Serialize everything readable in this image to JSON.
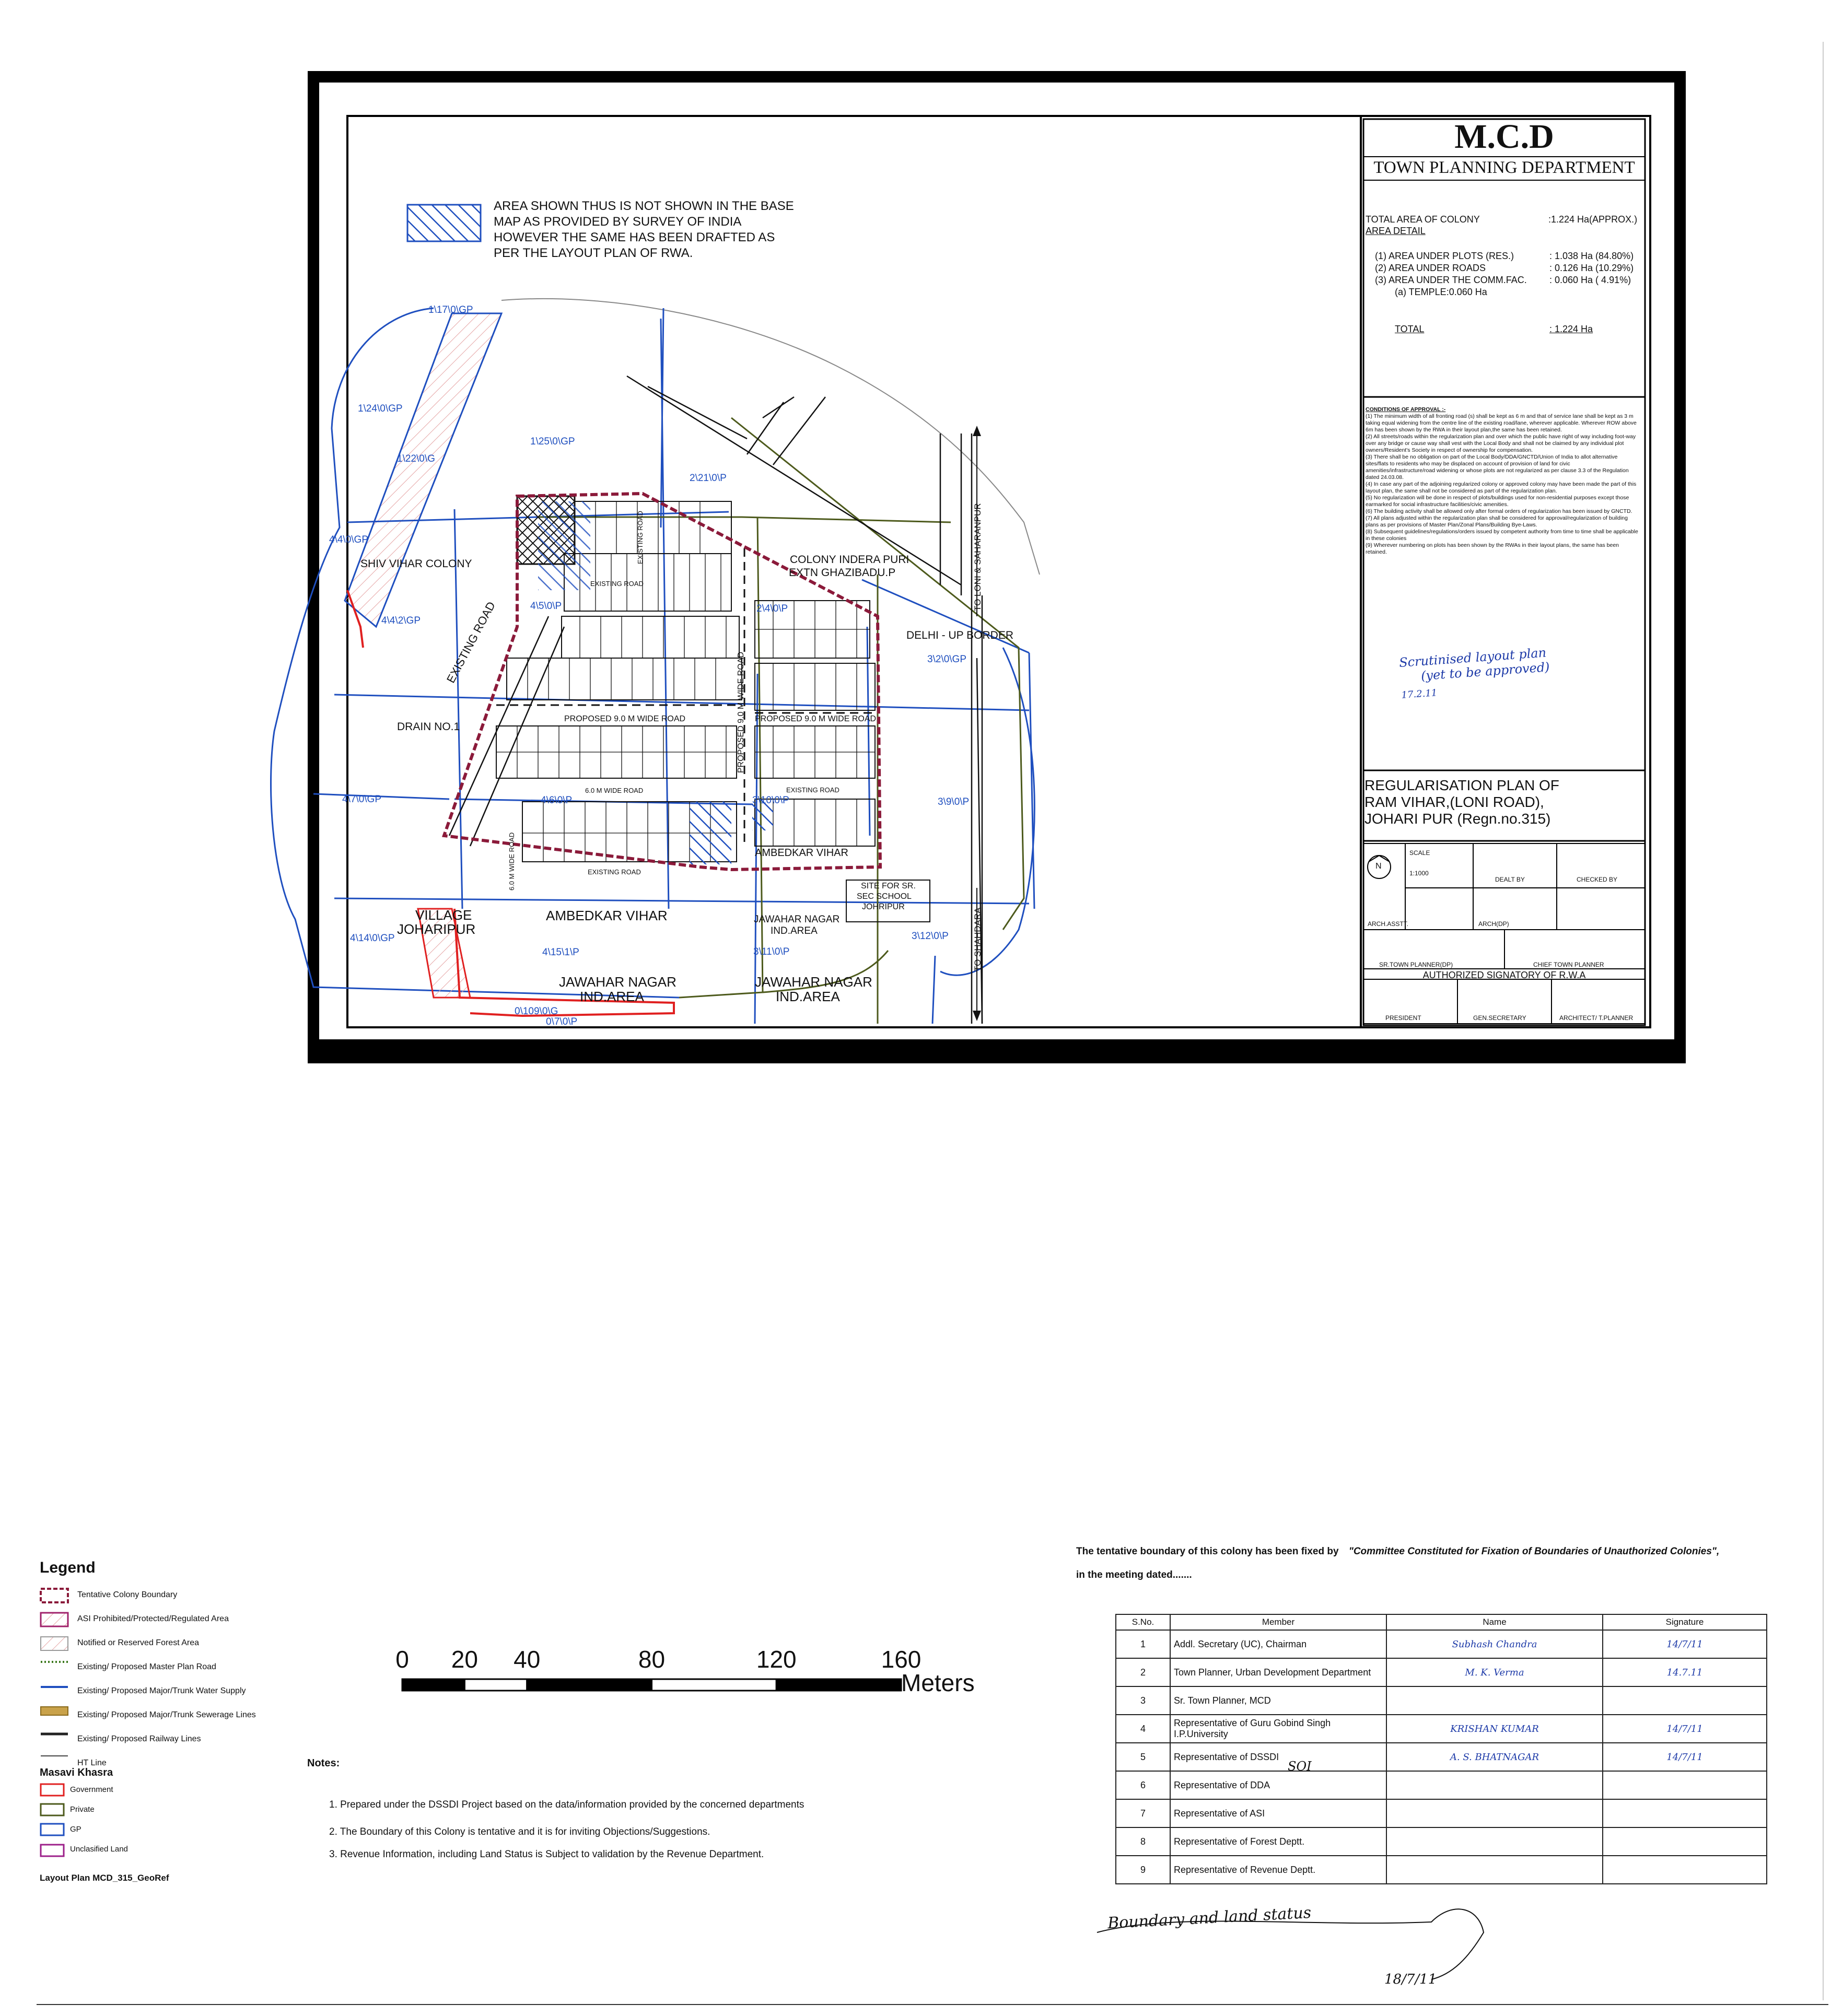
{
  "title_block": {
    "org": "M.C.D",
    "dept": "TOWN PLANNING DEPARTMENT",
    "area_lines": [
      {
        "label": "TOTAL AREA OF COLONY",
        "value": ":1.224 Ha(APPROX.)"
      },
      {
        "label": "AREA DETAIL",
        "value": ""
      },
      {
        "label": "(1) AREA UNDER PLOTS (RES.)",
        "value": ": 1.038 Ha (84.80%)"
      },
      {
        "label": "(2) AREA UNDER ROADS",
        "value": ": 0.126 Ha (10.29%)"
      },
      {
        "label": "(3) AREA UNDER THE COMM.FAC.",
        "value": ": 0.060 Ha ( 4.91%)"
      },
      {
        "label": "(a) TEMPLE:0.060 Ha",
        "value": ""
      }
    ],
    "total_label": "TOTAL",
    "total_value": ": 1.224 Ha",
    "conditions_heading": "CONDITIONS OF APPROVAL :-",
    "conditions": [
      "(1) The minimum width of all fronting road (s) shall be kept as 6 m and that of service lane shall be kept as 3 m taking equal widening from the centre line of the existing road/lane, wherever applicable. Wherever ROW above 6m has been shown by the RWA in their layout plan,the same has been retained.",
      "(2) All streets/roads within the regularization plan and over which the public have right of way including foot-way over any bridge or cause way shall vest with the Local Body and shall not be claimed by any individual plot owners/Resident's Society in respect of ownership for compensation.",
      "(3) There shall be no obligation on part of the Local Body/DDA/GNCTD/Union of India to allot alternative sites/flats to residents who may be displaced on account of provision of land for civic amenities/infrastructure/road widening or whose plots are not regularized as per clause 3.3 of the Regulation dated 24.03.08.",
      "(4) In case any part of the adjoining regularized colony or approved colony may have been made the part of this layout plan, the same shall not be considered as part of the regularization plan.",
      "(5) No regularization will be done in respect of plots/buildings used for non-residential purposes except those earmarked for social infrastructure facilities/civic amenities.",
      "(6) The building activity shall be allowed only after formal orders of regularization has been issued by GNCTD.",
      "(7) All plans adjusted within the regularization plan shall be considered for approval/regularization of building plans as per provisions of Master Plan/Zonal Plans/Building Bye-Laws.",
      "(8) Subsequent guidelines/regulations/orders issued by competent authority from time to time shall be applicable in these colonies",
      "(9) Wherever numbering on plots has been shown by the RWAs in their layout plans, the same has been retained."
    ],
    "handwritten_note_1": "Scrutinised layout plan",
    "handwritten_note_2": "(yet to be approved)",
    "handwritten_date": "17.2.11",
    "plan_title": [
      "REGULARISATION PLAN OF",
      "RAM VIHAR,(LONI ROAD),",
      "JOHARI PUR (Regn.no.315)"
    ],
    "scale_label": "SCALE",
    "scale_value": "1:1000",
    "north_symbol": "N",
    "dealt_by": "DEALT BY",
    "checked_by": "CHECKED BY",
    "arch_asstt": "ARCH.ASSTT.",
    "arch_dp": "ARCH(DP)",
    "sr_town_planner": "SR.TOWN PLANNER(DP)",
    "chief_town_planner": "CHIEF TOWN PLANNER",
    "authorized": "AUTHORIZED SIGNATORY OF R.W.A",
    "president": "PRESIDENT",
    "gen_secretary": "GEN.SECRETARY",
    "architect": "ARCHITECT/ T.PLANNER"
  },
  "map": {
    "note": [
      "AREA SHOWN THUS IS NOT SHOWN IN THE BASE",
      "MAP AS PROVIDED BY SURVEY OF INDIA",
      "HOWEVER THE SAME HAS BEEN DRAFTED AS",
      "PER THE LAYOUT PLAN OF RWA."
    ],
    "khasra_labels": [
      "1\\17\\0\\GP",
      "1\\24\\0\\GP",
      "1\\22\\0\\G",
      "1\\25\\0\\GP",
      "2\\21\\0\\P",
      "4\\4\\0\\GP",
      "4\\4\\2\\GP",
      "4\\5\\0\\P",
      "2\\4\\0\\P",
      "3\\2\\0\\GP",
      "4\\7\\0\\GP",
      "4\\6\\0\\P",
      "3\\10\\0\\P",
      "3\\9\\0\\P",
      "4\\14\\0\\GP",
      "4\\15\\1\\P",
      "3\\11\\0\\P",
      "3\\12\\0\\P",
      "0\\109\\0\\G",
      "0\\7\\0\\P"
    ],
    "place_labels": {
      "shiv_vihar": "SHIV VIHAR COLONY",
      "colony_indera": "COLONY INDERA PURI",
      "extn_ghaziabad": "EXTN GHAZIBADU.P",
      "delhi_up": "DELHI - UP BORDER",
      "drain": "DRAIN NO.1",
      "ambedkar_small": "AMBEDKAR VIHAR",
      "ambedkar_big": "AMBEDKAR VIHAR",
      "village_1": "VILLAGE",
      "village_2": "JOHARIPUR",
      "jawahar_ind_1": "JAWAHAR NAGAR",
      "jawahar_ind_2": "IND.AREA",
      "jawahar_big_1": "JAWAHAR NAGAR",
      "jawahar_big_2": "IND.AREA",
      "jawahar_big2_1": "JAWAHAR NAGAR",
      "jawahar_big2_2": "IND.AREA",
      "school_1": "SITE FOR SR.",
      "school_2": "SEC SCHOOL",
      "school_3": "JOHRIPUR"
    },
    "road_labels": {
      "existing_road_diag": "EXISTING ROAD",
      "existing_road_top": "EXISTING ROAD",
      "existing_road_vert": "EXISTING ROAD",
      "proposed_90_h": "PROPOSED 9.0 M WIDE ROAD",
      "proposed_90_v": "PROPOSED 9.0 M WIDE ROAD",
      "proposed_90_h2": "PROPOSED 9.0 M WIDE ROAD",
      "wide_60": "6.0 M WIDE ROAD",
      "wide_60_v": "6.0 M WIDE ROAD",
      "existing_road_bottom": "EXISTING ROAD",
      "existing_road_mid": "EXISTING ROAD",
      "to_loni": "TO LONI & SAHARANPUR",
      "to_shahdara": "TO SHAHDARA"
    }
  },
  "scale_bar": {
    "ticks": [
      "0",
      "20",
      "40",
      "80",
      "120",
      "160"
    ],
    "tick_values": [
      0,
      20,
      40,
      80,
      120,
      160
    ],
    "unit": "Meters"
  },
  "legend": {
    "title": "Legend",
    "items": [
      {
        "label": "Tentative Colony Boundary",
        "color": "#8b1a3a"
      },
      {
        "label": "ASI Prohibited/Protected/Regulated Area",
        "color": "#a0226b"
      },
      {
        "label": "Notified or Reserved Forest Area",
        "color": "#999999"
      },
      {
        "label": "Existing/ Proposed Master Plan Road",
        "color": "#3d7a1f"
      },
      {
        "label": "Existing/ Proposed Major/Trunk Water Supply",
        "color": "#1f4fbf"
      },
      {
        "label": "Existing/ Proposed Major/Trunk Sewerage Lines",
        "color": "#8a6a1c"
      },
      {
        "label": "Existing/ Proposed Railway Lines",
        "color": "#222222"
      },
      {
        "label": "HT Line",
        "color": "#444444"
      }
    ],
    "khasra_title": "Masavi Khasra",
    "khasra_items": [
      {
        "label": "Government",
        "color": "#e02020"
      },
      {
        "label": "Private",
        "color": "#4d5a1c"
      },
      {
        "label": "GP",
        "color": "#1f4fbf"
      },
      {
        "label": "Unclasified Land",
        "color": "#9c1f8a"
      }
    ],
    "footer": "Layout Plan MCD_315_GeoRef"
  },
  "notes": {
    "heading": "Notes:",
    "items": [
      "1. Prepared under the DSSDI Project based on the data/information provided by the concerned departments",
      "2. The Boundary of this Colony is tentative and it is for inviting Objections/Suggestions.",
      "3. Revenue Information, including Land Status is Subject to validation by the Revenue Department."
    ]
  },
  "committee": {
    "statement_1": "The tentative boundary of this colony has been fixed by",
    "statement_quote": "\"Committee Constituted for Fixation of Boundaries of Unauthorized Colonies\",",
    "statement_2": "in the meeting dated.......",
    "headers": [
      "S.No.",
      "Member",
      "Name",
      "Signature"
    ],
    "rows": [
      {
        "sno": "1",
        "member": "Addl. Secretary (UC), Chairman",
        "name": "Subhash Chandra",
        "sig": "14/7/11"
      },
      {
        "sno": "2",
        "member": "Town Planner, Urban Development Department",
        "name": "M. K. Verma",
        "sig": "14.7.11"
      },
      {
        "sno": "3",
        "member": "Sr. Town Planner, MCD",
        "name": "",
        "sig": ""
      },
      {
        "sno": "4",
        "member": "Representative of Guru Gobind Singh I.P.University",
        "name": "KRISHAN KUMAR",
        "sig": "14/7/11"
      },
      {
        "sno": "5",
        "member": "Representative of DSSDI",
        "name": "A. S. BHATNAGAR",
        "sig": "14/7/11"
      },
      {
        "sno": "6",
        "member": "Representative of DDA",
        "name": "",
        "sig": ""
      },
      {
        "sno": "7",
        "member": "Representative of ASI",
        "name": "",
        "sig": ""
      },
      {
        "sno": "8",
        "member": "Representative of Forest Deptt.",
        "name": "",
        "sig": ""
      },
      {
        "sno": "9",
        "member": "Representative of Revenue Deptt.",
        "name": "",
        "sig": ""
      }
    ],
    "dssdi_hand": "SOI",
    "bottom_hand": "Boundary and land status",
    "bottom_date": "18/7/11"
  }
}
